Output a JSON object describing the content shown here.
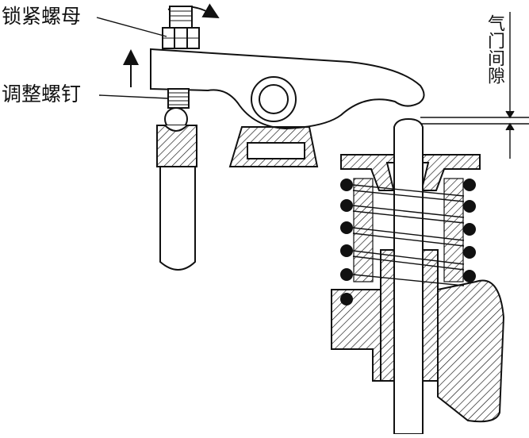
{
  "labels": {
    "lock_nut": "锁紧螺母",
    "adjust_screw": "调整螺钉",
    "valve_clearance": "气门间隙"
  },
  "colors": {
    "line": "#111111",
    "fill": "#ffffff"
  }
}
